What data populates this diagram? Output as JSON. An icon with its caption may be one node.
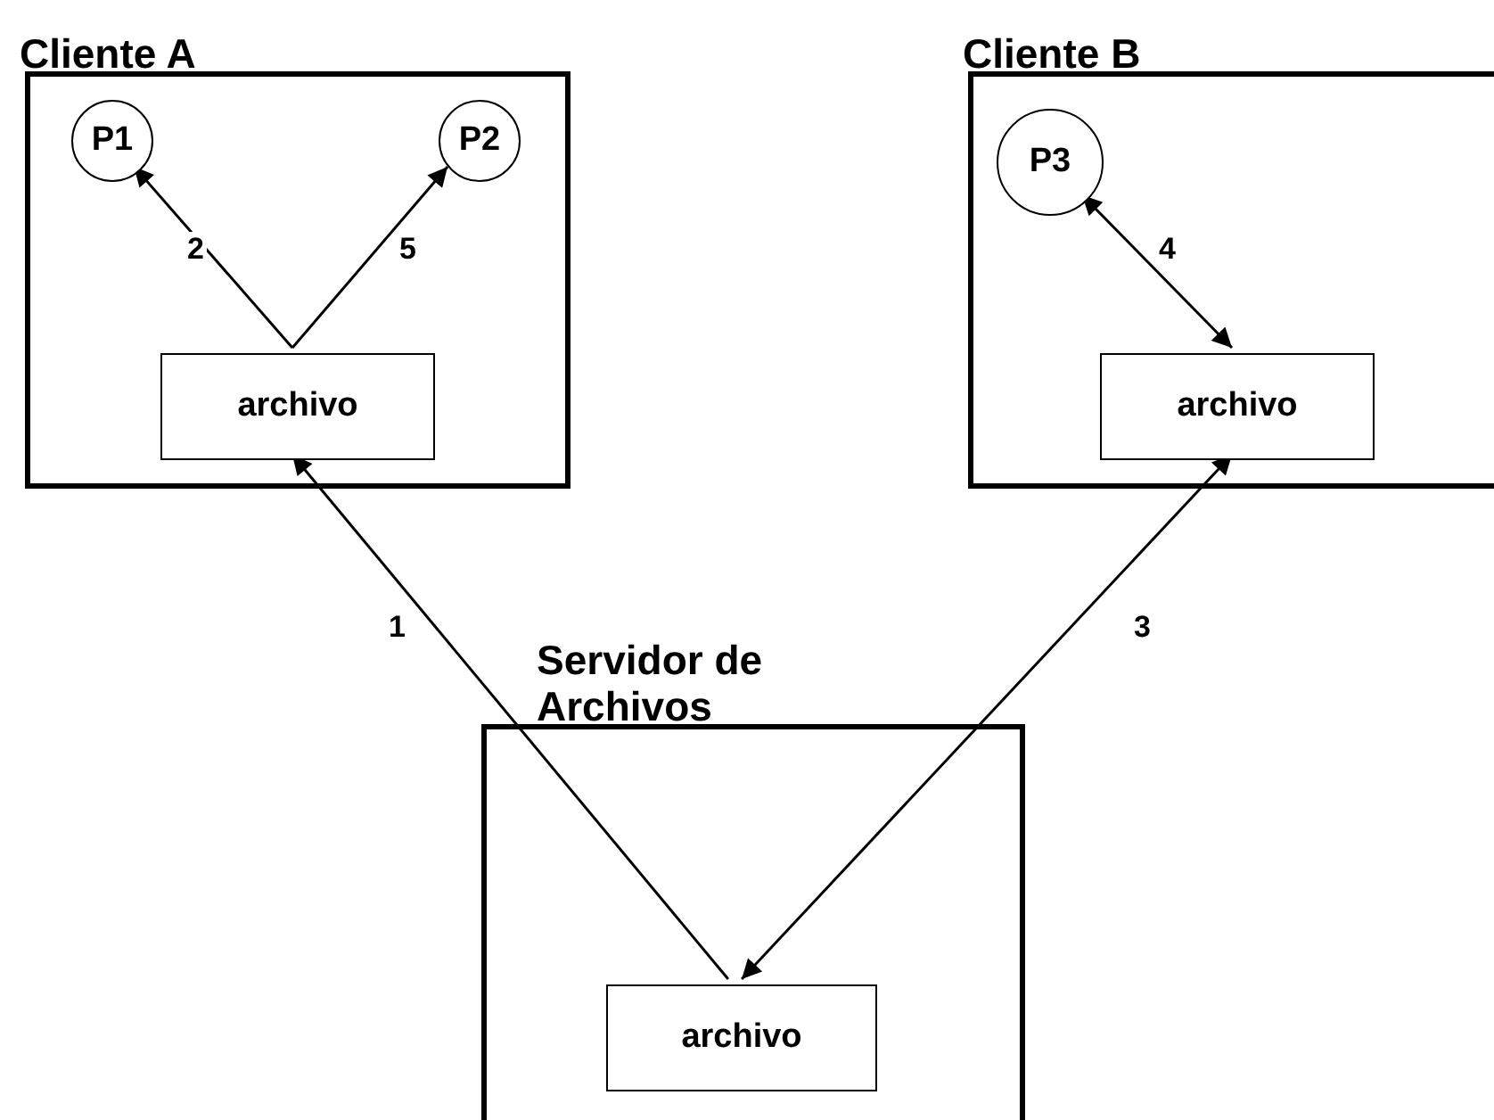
{
  "diagram": {
    "nodes": [
      {
        "text": [
          "Cliente A"
        ]
      },
      {
        "text": [
          "P1"
        ],
        "in": 0
      },
      {
        "text": [
          "P2"
        ],
        "in": 0
      },
      {
        "text": [
          "archivo"
        ],
        "in": 0
      },
      {
        "text": [
          "Cliente B"
        ]
      },
      {
        "text": [
          "P3"
        ],
        "in": 4
      },
      {
        "text": [
          "archivo"
        ],
        "in": 4
      },
      {
        "text": [
          "Servidor de Archivos"
        ]
      },
      {
        "text": [
          "archivo"
        ],
        "in": 7
      }
    ],
    "edges": [
      {
        "from": 8,
        "to": 3,
        "arrow": "to",
        "label": "1"
      },
      {
        "from": 3,
        "to": 1,
        "arrow": "to",
        "label": "2"
      },
      {
        "from": 8,
        "to": 6,
        "arrow": "both",
        "label": "3"
      },
      {
        "from": 5,
        "to": 6,
        "arrow": "both",
        "label": "4"
      },
      {
        "from": 3,
        "to": 2,
        "arrow": "to",
        "label": "5"
      }
    ]
  }
}
